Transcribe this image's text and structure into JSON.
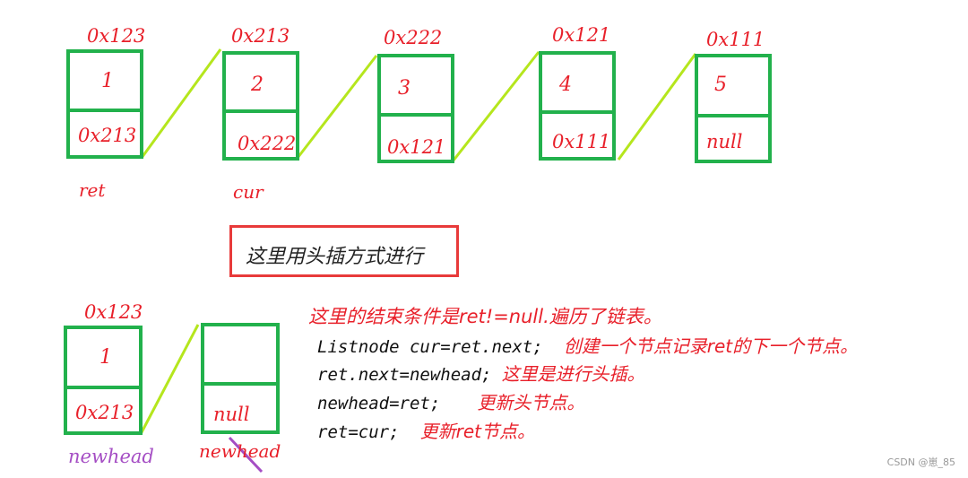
{
  "top_nodes": [
    {
      "address": "0x123",
      "value": "1",
      "next": "0x213"
    },
    {
      "address": "0x213",
      "value": "2",
      "next": "0x222"
    },
    {
      "address": "0x222",
      "value": "3",
      "next": "0x121"
    },
    {
      "address": "0x121",
      "value": "4",
      "next": "0x111"
    },
    {
      "address": "0x111",
      "value": "5",
      "next": "null"
    }
  ],
  "pointer_labels": {
    "ret": "ret",
    "cur": "cur"
  },
  "note": "这里用头插方式进行",
  "bottom_nodes": [
    {
      "address": "0x123",
      "value": "1",
      "next": "0x213"
    },
    {
      "address": "",
      "value": "",
      "next": "null"
    }
  ],
  "bottom_labels": {
    "newhead_new": "newhead",
    "newhead_old": "newhead"
  },
  "explanation": {
    "line0": "这里的结束条件是ret!=null.遍历了链表。",
    "code1": "Listnode cur=ret.next;",
    "cmt1": "创建一个节点记录ret的下一个节点。",
    "code2": "ret.next=newhead;",
    "cmt2": "这里是进行头插。",
    "code3": "newhead=ret;",
    "cmt3": "更新头节点。",
    "code4": "ret=cur;",
    "cmt4": "更新ret节点。"
  },
  "watermark": "CSDN @崽_85",
  "colors": {
    "node_border": "#22b14c",
    "link": "#b5e61d",
    "text": "#e8202a",
    "note_border": "#e83a3a",
    "strike": "#a54ec4"
  }
}
